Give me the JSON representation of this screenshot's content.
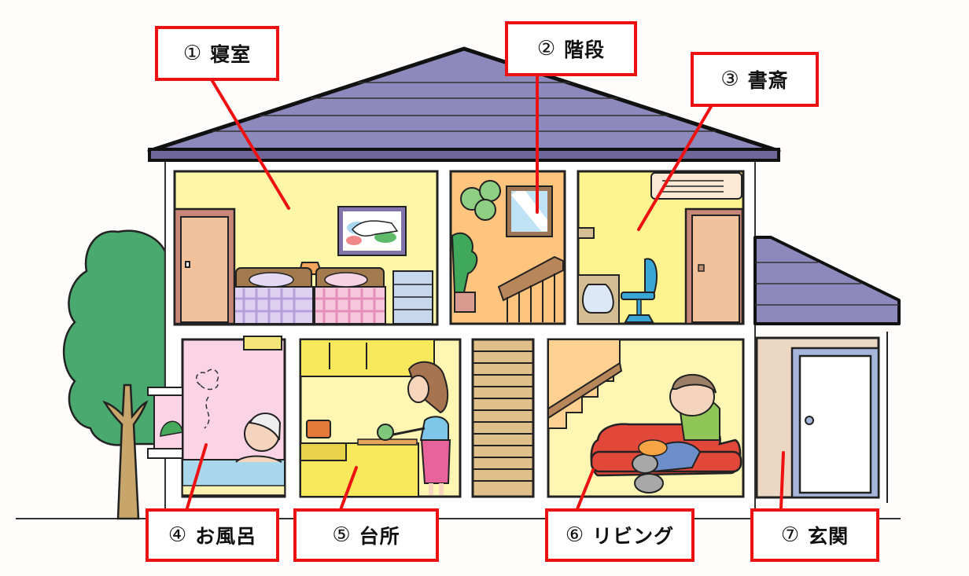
{
  "diagram": {
    "title": "House rooms (Japanese vocabulary)",
    "colors": {
      "label_border": "#ee1111",
      "leader_line": "#ee1111",
      "roof": "#8e89bc",
      "roof_edge": "#6f6699",
      "bedroom_wall": "#fff6a8",
      "stair_wall": "#ffc47e",
      "study_wall": "#fff38f",
      "bath_wall": "#fad3e4",
      "kitchen_wall": "#fff59a",
      "living_wall": "#fff6b4",
      "entrance_wall": "#ecd7c3",
      "tree": "#4aa96f",
      "trunk": "#c8a56a"
    },
    "labels": [
      {
        "id": 1,
        "num": "①",
        "text": "寝室",
        "meaning": "bedroom"
      },
      {
        "id": 2,
        "num": "②",
        "text": "階段",
        "meaning": "stairs"
      },
      {
        "id": 3,
        "num": "③",
        "text": "書斎",
        "meaning": "study"
      },
      {
        "id": 4,
        "num": "④",
        "text": "お風呂",
        "meaning": "bath"
      },
      {
        "id": 5,
        "num": "⑤",
        "text": "台所",
        "meaning": "kitchen"
      },
      {
        "id": 6,
        "num": "⑥",
        "text": "リビング",
        "meaning": "living room"
      },
      {
        "id": 7,
        "num": "⑦",
        "text": "玄関",
        "meaning": "entrance"
      }
    ]
  }
}
